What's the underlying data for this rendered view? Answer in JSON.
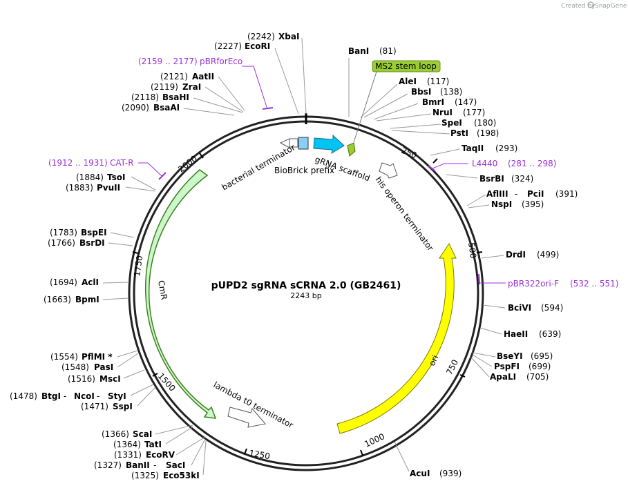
{
  "credit": {
    "prefix": "Created by",
    "brand": "SnapGene"
  },
  "plasmid": {
    "name": "pUPD2 sgRNA sCRNA 2.0 (GB2461)",
    "size_label": "2243 bp"
  },
  "ticks": [
    "250",
    "500",
    "750",
    "1000",
    "1250",
    "1500",
    "1750",
    "2000"
  ],
  "sites_right": [
    {
      "name": "XbaI",
      "pos": "(2242)"
    },
    {
      "name": "EcoRI",
      "pos": "(2227)"
    },
    {
      "name": "BanI",
      "pos": "(81)"
    },
    {
      "name": "AleI",
      "pos": "(117)"
    },
    {
      "name": "BbsI",
      "pos": "(138)"
    },
    {
      "name": "BmrI",
      "pos": "(147)"
    },
    {
      "name": "NruI",
      "pos": "(177)"
    },
    {
      "name": "SpeI",
      "pos": "(180)"
    },
    {
      "name": "PstI",
      "pos": "(198)"
    },
    {
      "name": "TaqII",
      "pos": "(293)"
    },
    {
      "name": "BsrBI",
      "pos": "(324)"
    },
    {
      "name": "AflIII",
      "sep": " - ",
      "name2": "PciI",
      "pos": "(391)"
    },
    {
      "name": "NspI",
      "pos": "(395)"
    },
    {
      "name": "DrdI",
      "pos": "(499)"
    },
    {
      "name": "BciVI",
      "pos": "(594)"
    },
    {
      "name": "HaeII",
      "pos": "(639)"
    },
    {
      "name": "BseYI",
      "pos": "(695)"
    },
    {
      "name": "PspFI",
      "pos": "(699)"
    },
    {
      "name": "ApaLI",
      "pos": "(705)"
    },
    {
      "name": "AcuI",
      "pos": "(939)"
    }
  ],
  "sites_left": [
    {
      "name": "AatII",
      "pos": "(2121)"
    },
    {
      "name": "ZraI",
      "pos": "(2119)"
    },
    {
      "name": "BsaHI",
      "pos": "(2118)"
    },
    {
      "name": "BsaAI",
      "pos": "(2090)"
    },
    {
      "name": "TsoI",
      "pos": "(1884)"
    },
    {
      "name": "PvuII",
      "pos": "(1883)"
    },
    {
      "name": "BspEI",
      "pos": "(1783)"
    },
    {
      "name": "BsrDI",
      "pos": "(1766)"
    },
    {
      "name": "AclI",
      "pos": "(1694)"
    },
    {
      "name": "BpmI",
      "pos": "(1663)"
    },
    {
      "name": "PflMI *",
      "pos": "(1554)"
    },
    {
      "name": "PasI",
      "pos": "(1548)"
    },
    {
      "name": "MscI",
      "pos": "(1516)"
    },
    {
      "name": "BtgI",
      "sep": " - ",
      "name2": "NcoI",
      "sep2": " - ",
      "name3": "StyI",
      "pos": "(1478)"
    },
    {
      "name": "SspI",
      "pos": "(1471)"
    },
    {
      "name": "ScaI",
      "pos": "(1366)"
    },
    {
      "name": "TatI",
      "pos": "(1364)"
    },
    {
      "name": "EcoRV",
      "pos": "(1331)"
    },
    {
      "name": "BanII",
      "sep": " - ",
      "name2": "SacI",
      "pos": "(1327)"
    },
    {
      "name": "Eco53kI",
      "pos": "(1325)"
    }
  ],
  "primers": [
    {
      "name": "pBRforEco",
      "range": "(2159 .. 2177)"
    },
    {
      "name": "CAT-R",
      "range": "(1912 .. 1931)"
    },
    {
      "name": "L4440",
      "range": "(281 .. 298)"
    },
    {
      "name": "pBR322ori-F",
      "range": "(532 .. 551)"
    }
  ],
  "features": {
    "ms2": "MS2 stem loop",
    "gRNA": "gRNA scaffold",
    "his": "his operon terminator",
    "bact": "bacterial terminator",
    "biobrick": "BioBrick prefix",
    "lambda": "lambda t0 terminator",
    "cmr": "CmR",
    "ori": "ori"
  },
  "colors": {
    "backbone": "#222222",
    "ori": "#ffff00",
    "cmr": "#ccf7cc",
    "cmr_stroke": "#3c7f1a",
    "gRNA": "#00c5f2",
    "ms2": "#9acd32",
    "biobrick": "#87cefa",
    "primer": "#9b30d9"
  }
}
